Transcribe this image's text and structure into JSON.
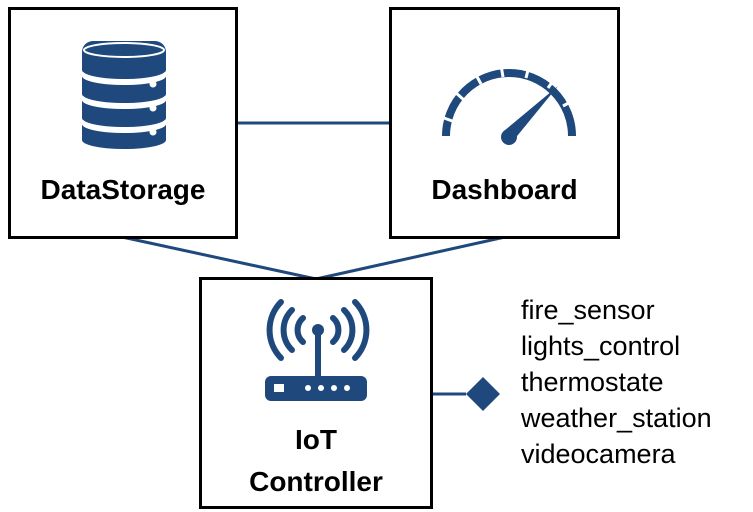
{
  "nodes": {
    "datastorage": {
      "label": "DataStorage",
      "icon": "database-icon"
    },
    "dashboard": {
      "label": "Dashboard",
      "icon": "speedometer-gauge-icon"
    },
    "iot_controller": {
      "label_line1": "IoT",
      "label_line2": "Controller",
      "icon": "wireless-router-icon"
    }
  },
  "devices": [
    "fire_sensor",
    "lights_control",
    "thermostate",
    "weather_station",
    "videocamera"
  ],
  "colors": {
    "accent": "#1f497d",
    "border": "#000000",
    "text": "#000000"
  }
}
